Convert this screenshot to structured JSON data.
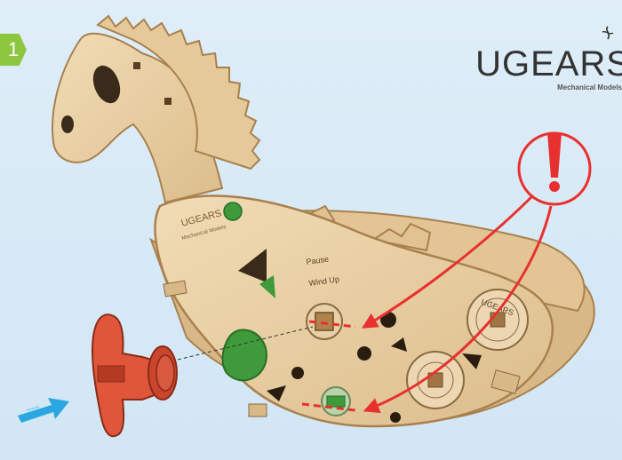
{
  "step": {
    "number": "1",
    "color": "#8dc63f"
  },
  "brand": {
    "wordmark": "UGEARS",
    "tagline": "Mechanical Models",
    "icon": "ugears-logo-icon"
  },
  "model": {
    "engravings": {
      "body_logo": "UGEARS",
      "body_sub": "Mechanical Models",
      "pause_label": "Pause",
      "wind_up_label": "Wind Up",
      "wheel_label": "UGEARS"
    }
  },
  "callout": {
    "symbol": "!",
    "color": "#e8312f"
  },
  "key": {
    "color": "#e0563a"
  },
  "pointer": {
    "icon": "blue-arrow-icon",
    "color": "#2aa7e0"
  },
  "colors": {
    "wood": "#e8cfa3",
    "wood_edge": "#b98e5a",
    "green_part": "#3e9a3a"
  }
}
